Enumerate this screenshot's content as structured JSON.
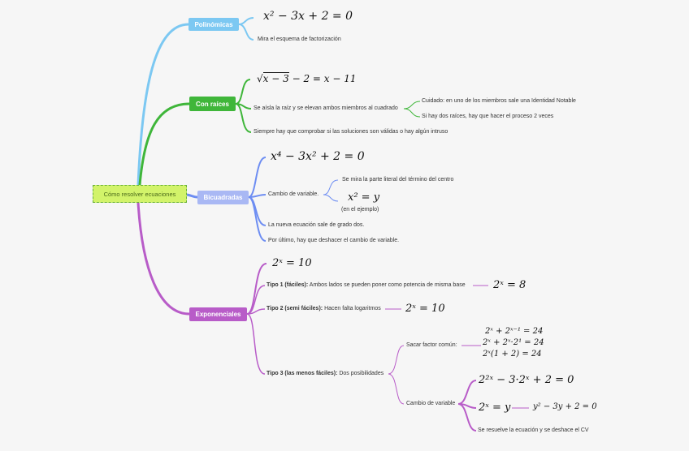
{
  "root": "Cómo resolver ecuaciones",
  "polinomicas": {
    "label": "Polinómicas",
    "eq": "x² − 3x + 2 = 0",
    "note": "Mira el esquema de factorización"
  },
  "raices": {
    "label": "Con raíces",
    "eq_radicand": "x − 3",
    "eq_rest": "− 2 = x − 11",
    "step1": "Se aísla la raíz y se elevan ambos miembros al cuadrado",
    "careful": "Cuidado: en uno de los miembros sale una Identidad Notable",
    "twice": "Si hay dos raíces, hay que hacer el proceso 2 veces",
    "check": "Siempre hay que comprobar si las soluciones son válidas o hay algún intruso"
  },
  "bicuadradas": {
    "label": "Bicuadradas",
    "eq": "x⁴ − 3x² + 2 = 0",
    "change": "Cambio de variable.",
    "look": "Se mira la parte literal del término del centro",
    "sub": "x² = y",
    "example": "(en el ejemplo)",
    "newdeg": "La nueva ecuación sale de grado dos.",
    "undo": "Por último, hay que deshacer el cambio de variable."
  },
  "exponenciales": {
    "label": "Exponenciales",
    "eq": "2ˣ = 10",
    "t1_bold": "Tipo 1 (fáciles):",
    "t1_text": " Ambos lados se pueden poner como potencia de misma base",
    "t1_eq": "2ˣ = 8",
    "t2_bold": "Tipo 2 (semi fáciles):",
    "t2_text": " Hacen falta logaritmos",
    "t2_eq": "2ˣ = 10",
    "t3_bold": "Tipo 3 (las menos fáciles):",
    "t3_text": " Dos posibilidades",
    "factor": "Sacar factor común:",
    "f1": "2ˣ + 2ˣ⁻¹ = 24",
    "f2": "2ˣ + 2ˣ·2¹ = 24",
    "f3": "2ˣ(1 + 2) = 24",
    "cv": "Cambio de variable",
    "cv_eq": "2²ˣ − 3·2ˣ + 2 = 0",
    "cv_sub": "2ˣ = y",
    "cv_new": "y² − 3y + 2 = 0",
    "cv_end": "Se resuelve la ecuación y se deshace el CV"
  },
  "colors": {
    "polinomicas": "#7cc8f2",
    "raices": "#3fb63a",
    "bicuadradas": "#a9b8f4",
    "bicuadradas_line": "#6d8df2",
    "exponenciales": "#b85cc8",
    "root_fill": "#d2f36a"
  }
}
